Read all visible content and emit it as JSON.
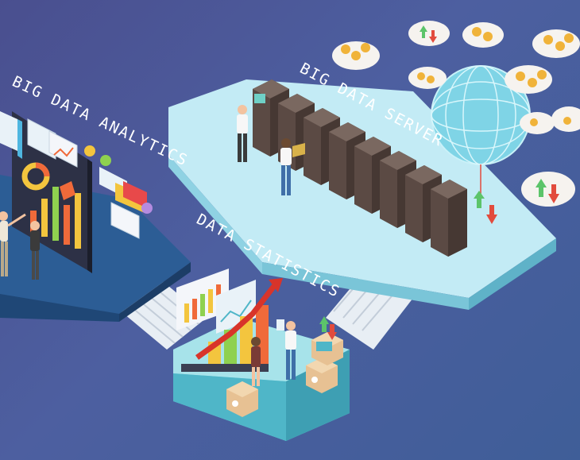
{
  "labels": {
    "analytics": "BIG DATA ANALYTICS",
    "server": "BIG DATA SERVER",
    "statistics": "DATA STATISTICS"
  },
  "colors": {
    "background": "#4a4f8f",
    "server_platform": "#bfe9f4",
    "analytics_platform": "#2a5f94",
    "statistics_platform": "#9fdde7",
    "rack": "#5b4a44",
    "globe": "#7fd4e6",
    "cloud": "#f6f3ef",
    "coin": "#f0b33a",
    "arrow_up": "#5cc46a",
    "arrow_down": "#e24b3d"
  },
  "icons": [
    "server-rack-icon",
    "globe-network-icon",
    "cloud-icon",
    "coin-icon",
    "arrow-up-icon",
    "arrow-down-icon",
    "person-icon",
    "box-icon",
    "chart-board-icon"
  ]
}
